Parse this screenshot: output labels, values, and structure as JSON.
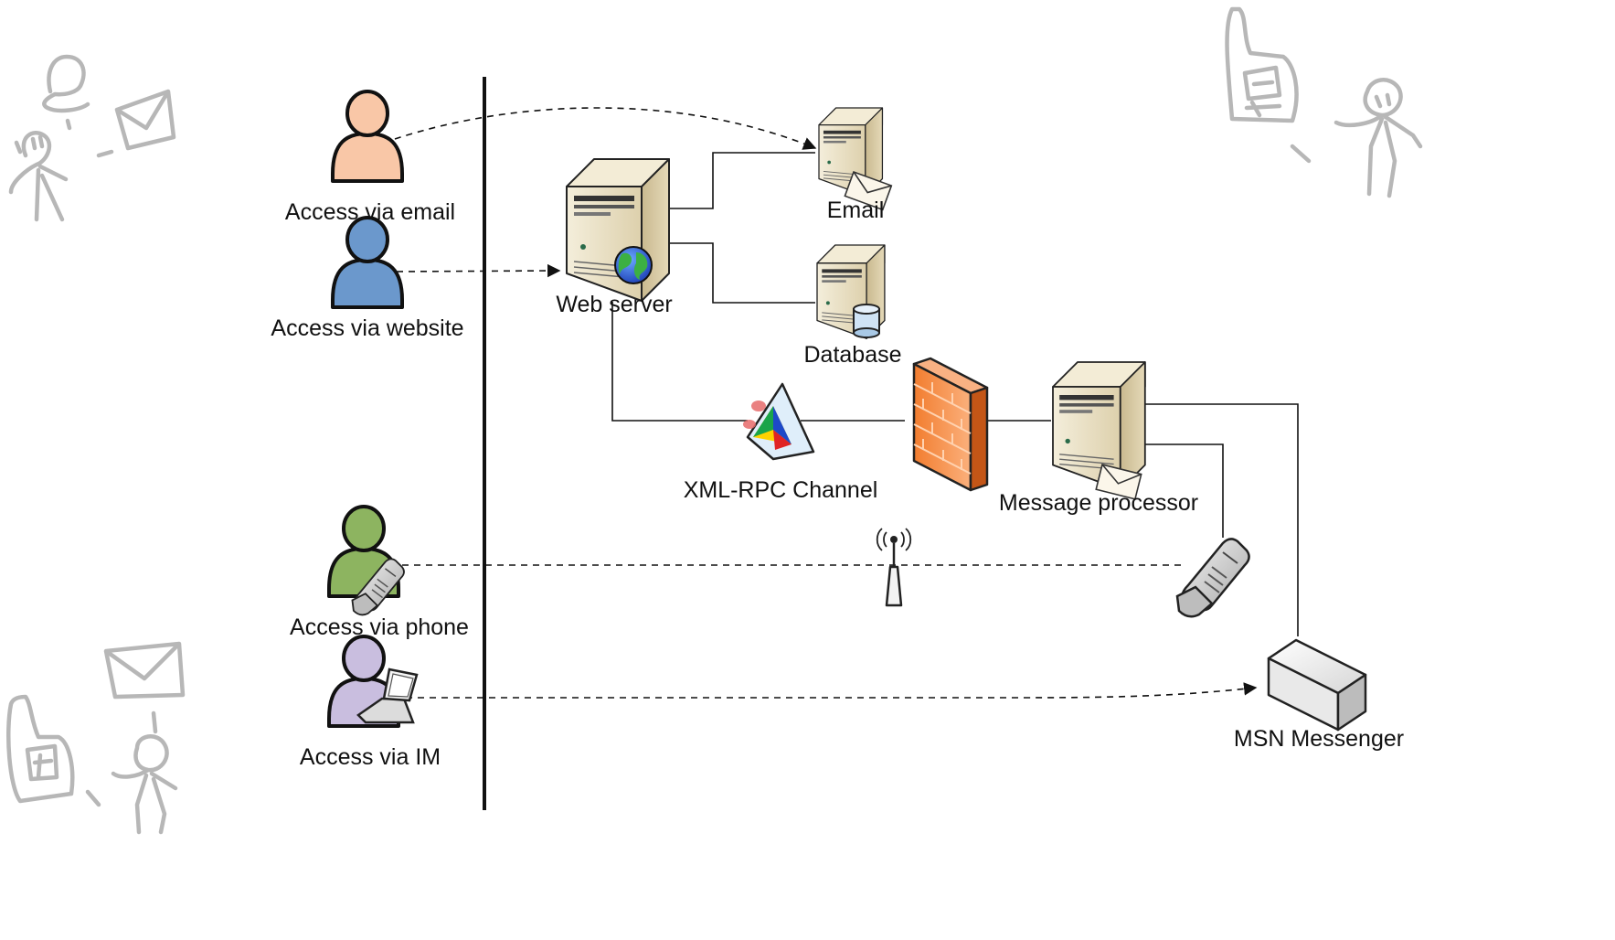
{
  "labels": {
    "access_email": "Access via email",
    "access_website": "Access via website",
    "access_phone": "Access via phone",
    "access_im": "Access via IM",
    "web_server": "Web server",
    "email": "Email",
    "database": "Database",
    "xml_rpc": "XML-RPC Channel",
    "message_processor": "Message processor",
    "msn_messenger": "MSN Messenger"
  },
  "colors": {
    "email_user": "#f9c7a7",
    "website_user": "#6b98cc",
    "phone_user": "#8db460",
    "im_user": "#c9bedf",
    "firewall": "#f0782e",
    "server_body": "#ece2c6"
  },
  "icons": [
    "user-icon",
    "server-icon",
    "globe-icon",
    "database-icon",
    "envelope-icon",
    "firewall-icon",
    "xml-rpc-icon",
    "antenna-icon",
    "mobile-phone-icon",
    "laptop-icon",
    "messenger-box-icon"
  ]
}
